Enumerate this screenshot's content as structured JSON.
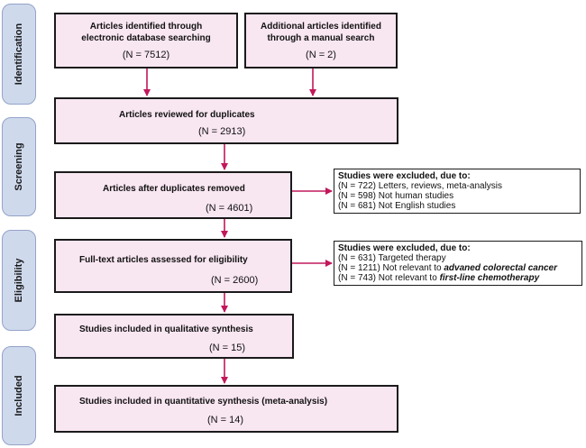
{
  "phases": {
    "identification": "Identification",
    "screening": "Screening",
    "eligibility": "Eligibility",
    "included": "Included"
  },
  "boxes": {
    "database": {
      "line1": "Articles identified through",
      "line2": "electronic database searching",
      "n": "(N = 7512)"
    },
    "manual": {
      "line1": "Additional articles identified",
      "line2": "through a manual search",
      "n": "(N = 2)"
    },
    "duplicates": {
      "label": "Articles reviewed for duplicates",
      "n": "(N = 2913)"
    },
    "after_duplicates": {
      "label": "Articles after duplicates removed",
      "n": "(N = 4601)"
    },
    "fulltext": {
      "label": "Full-text articles assessed for eligibility",
      "n": "(N = 2600)"
    },
    "qualitative": {
      "label": "Studies included in qualitative synthesis",
      "n": "(N = 15)"
    },
    "quantitative": {
      "label": "Studies included in quantitative synthesis (meta-analysis)",
      "n": "(N = 14)"
    }
  },
  "exclusions": {
    "screening": {
      "heading": "Studies were excluded, due to:",
      "rows": [
        "(N = 722) Letters, reviews, meta-analysis",
        "(N = 598) Not human studies",
        "(N = 681) Not English studies"
      ]
    },
    "eligibility": {
      "heading": "Studies were excluded, due to:",
      "row1": "(N = 631) Targeted therapy",
      "row2_prefix": "(N = 1211) Not relevant to ",
      "row2_em": "advaned colorectal cancer",
      "row3_prefix": "(N = 743) Not relevant to ",
      "row3_em": "first-line chemotherapy"
    }
  },
  "colors": {
    "arrow": "#c2185b",
    "box_fill": "#f8e6f1",
    "phase_fill": "#cfd9ec"
  }
}
